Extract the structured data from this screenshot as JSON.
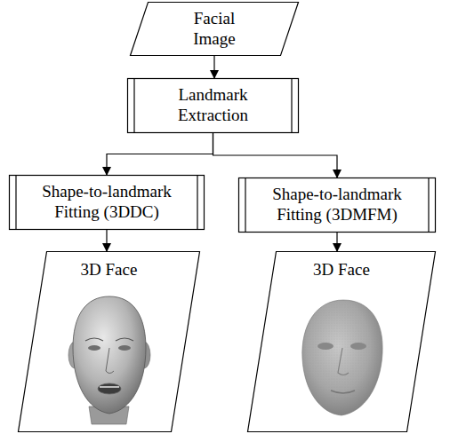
{
  "diagram": {
    "nodes": [
      {
        "text": [
          "Facial Image"
        ]
      },
      {
        "text": [
          "Landmark Extraction"
        ]
      },
      {
        "text": [
          "Shape-to-landmark Fitting (3DDC)"
        ]
      },
      {
        "text": [
          "Shape-to-landmark Fitting (3DMFM)"
        ]
      },
      {
        "text": [
          "3D Face"
        ]
      },
      {
        "text": [
          "3D Face"
        ]
      }
    ],
    "edges": [
      {
        "from": 0,
        "to": 1,
        "arrow": "to"
      },
      {
        "from": 1,
        "to": 2,
        "arrow": "to"
      },
      {
        "from": 1,
        "to": 3,
        "arrow": "to"
      },
      {
        "from": 2,
        "to": 4,
        "arrow": "to"
      },
      {
        "from": 3,
        "to": 5,
        "arrow": "to"
      }
    ]
  }
}
